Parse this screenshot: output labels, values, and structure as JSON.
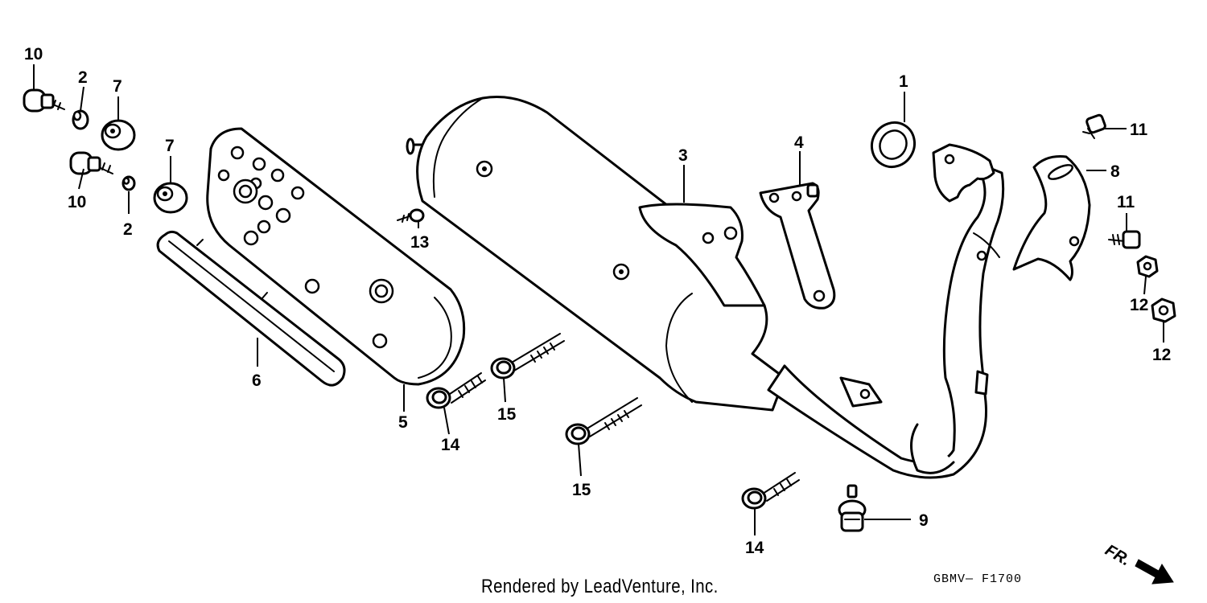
{
  "callouts": {
    "c1": "1",
    "c2a": "2",
    "c2b": "2",
    "c3": "3",
    "c4": "4",
    "c5": "5",
    "c6": "6",
    "c7a": "7",
    "c7b": "7",
    "c8": "8",
    "c9": "9",
    "c10a": "10",
    "c10b": "10",
    "c11a": "11",
    "c11b": "11",
    "c12a": "12",
    "c12b": "12",
    "c13": "13",
    "c14a": "14",
    "c14b": "14",
    "c15a": "15",
    "c15b": "15"
  },
  "direction_label": "FR.",
  "footer": {
    "credit": "Rendered by LeadVenture, Inc.",
    "code": "GBMV— F1700"
  },
  "colors": {
    "line": "#000000",
    "background": "#ffffff"
  }
}
